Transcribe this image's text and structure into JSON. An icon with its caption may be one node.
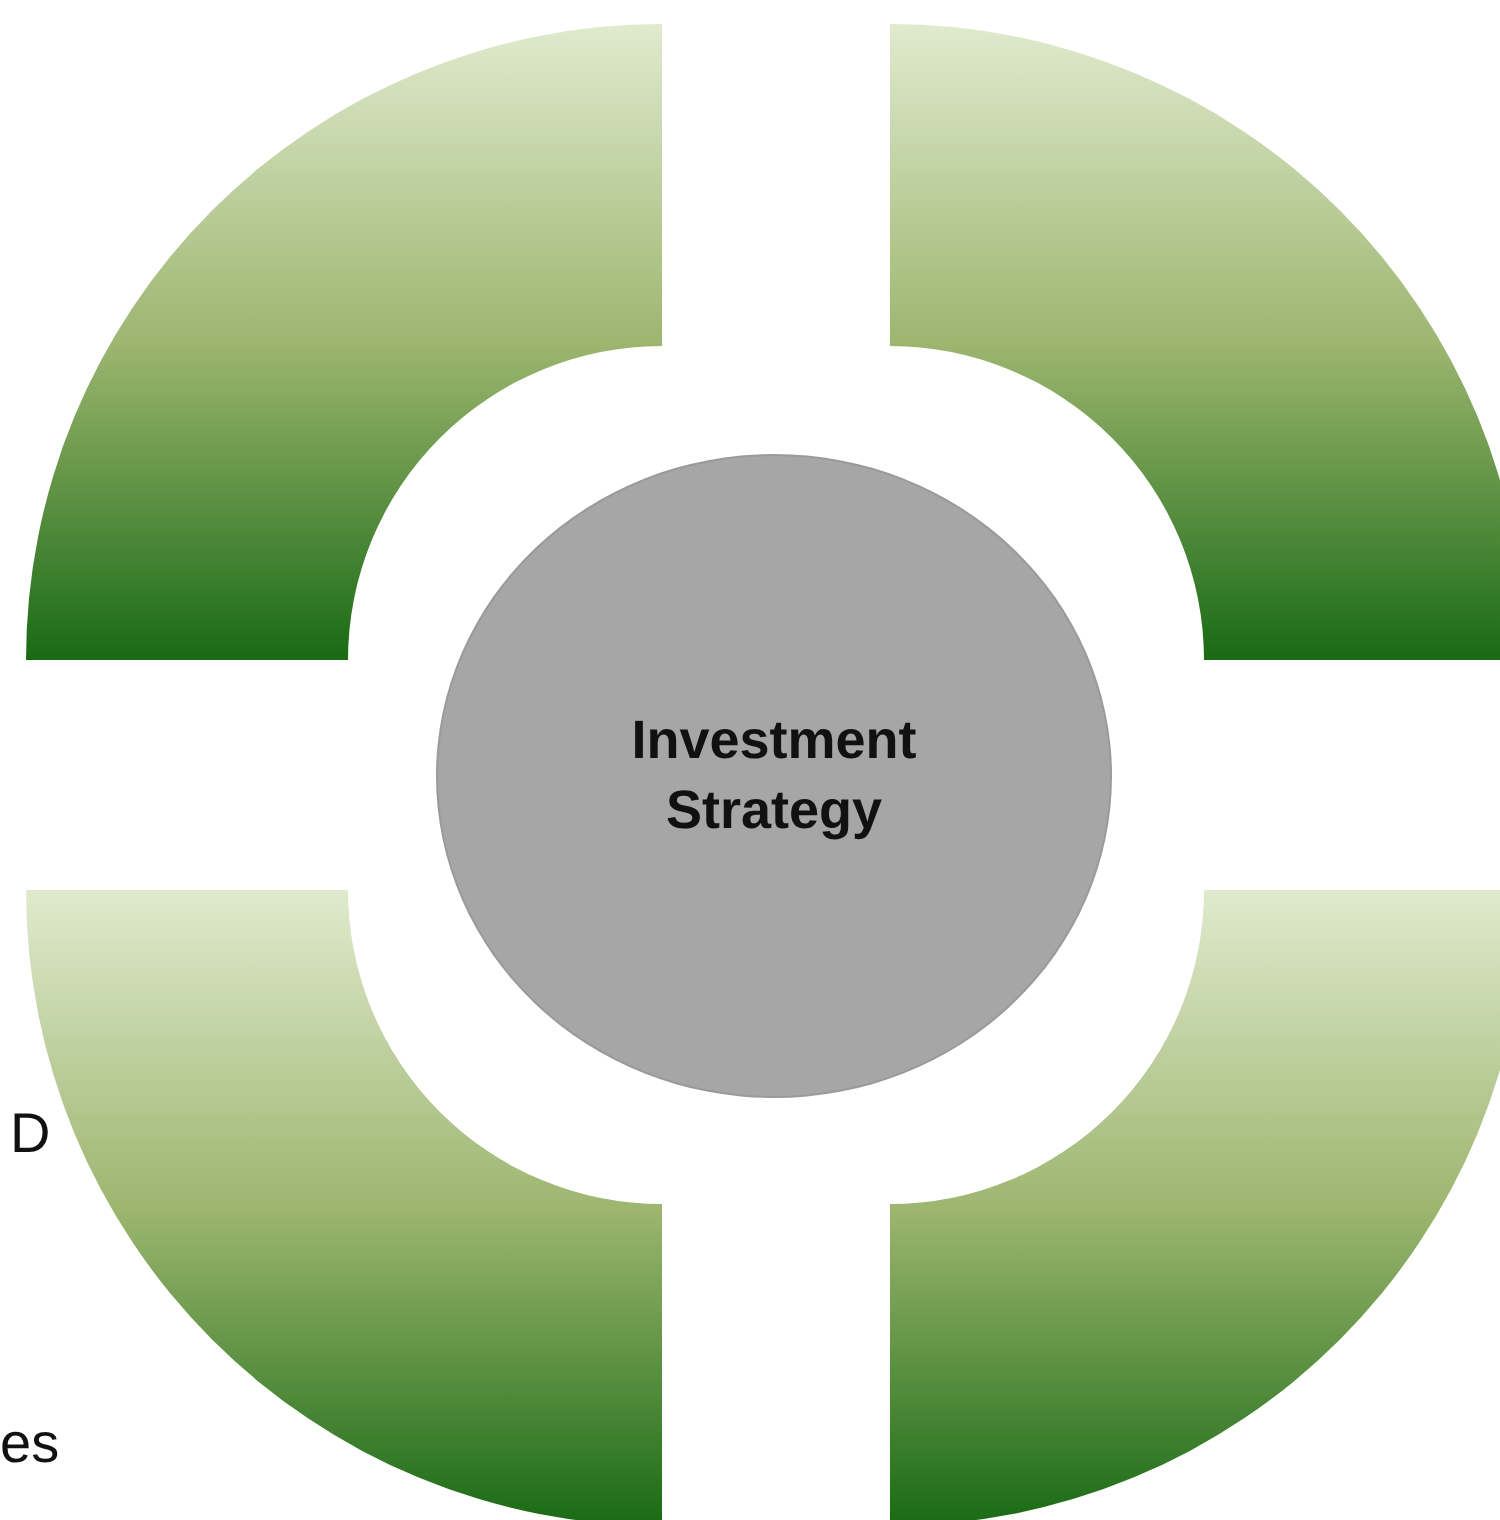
{
  "diagram": {
    "nodes": [
      {
        "text": [],
        "shape": "arc"
      },
      {
        "text": [],
        "shape": "arc"
      },
      {
        "text": [
          "Investment Strategy"
        ]
      },
      {
        "text": [],
        "shape": "arc"
      },
      {
        "text": [],
        "shape": "arc"
      }
    ],
    "labels": [
      "D",
      "es"
    ]
  }
}
